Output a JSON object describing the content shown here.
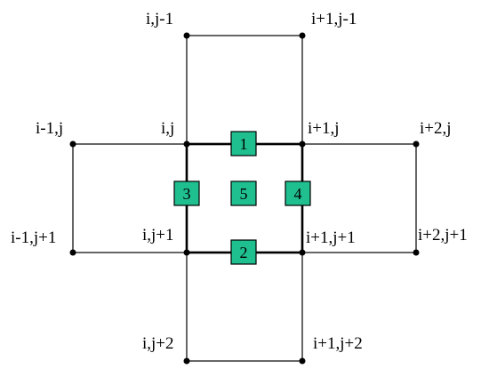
{
  "diagram": {
    "node_labels": {
      "n_i_jm1": "i,j-1",
      "n_ip1_jm1": "i+1,j-1",
      "n_im1_j": "i-1,j",
      "n_i_j": "i,j",
      "n_ip1_j": "i+1,j",
      "n_ip2_j": "i+2,j",
      "n_im1_jp1": "i-1,j+1",
      "n_i_jp1": "i,j+1",
      "n_ip1_jp1": "i+1,j+1",
      "n_ip2_jp1": "i+2,j+1",
      "n_i_jp2": "i,j+2",
      "n_ip1_jp2": "i+1,j+2"
    },
    "markers": {
      "m1": "1",
      "m2": "2",
      "m3": "3",
      "m4": "4",
      "m5": "5"
    },
    "colors": {
      "marker_fill": "#1fbf8f",
      "line": "#000000"
    }
  }
}
